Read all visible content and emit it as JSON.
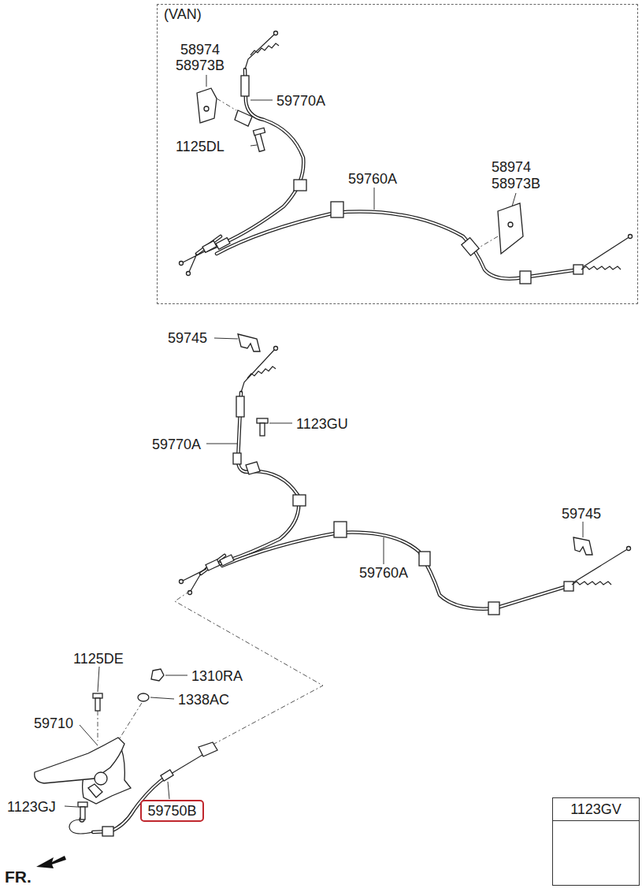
{
  "diagram": {
    "nodes": [
      {
        "text": [
          "(VAN)"
        ]
      },
      {
        "text": [
          "59750B"
        ]
      },
      {
        "text": [
          "1123GV"
        ]
      }
    ],
    "labels": [
      "58974",
      "58973B",
      "59770A",
      "1125DL",
      "59760A",
      "58974",
      "58973B",
      "59745",
      "1123GU",
      "59770A",
      "59745",
      "59760A",
      "1125DE",
      "1310RA",
      "1338AC",
      "59710",
      "1123GJ",
      "FR."
    ]
  }
}
